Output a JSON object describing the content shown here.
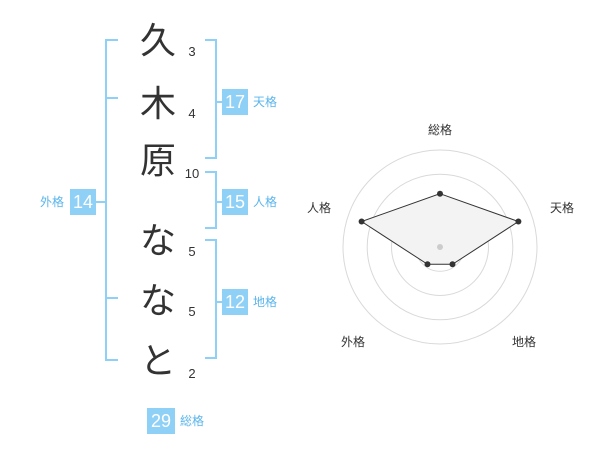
{
  "name": {
    "characters": [
      {
        "char": "久",
        "strokes": "3"
      },
      {
        "char": "木",
        "strokes": "4"
      },
      {
        "char": "原",
        "strokes": "10"
      },
      {
        "char": "な",
        "strokes": "5"
      },
      {
        "char": "な",
        "strokes": "5"
      },
      {
        "char": "と",
        "strokes": "2"
      }
    ]
  },
  "kakusu": {
    "tenkaku": {
      "value": "17",
      "label": "天格"
    },
    "jinkaku": {
      "value": "15",
      "label": "人格"
    },
    "chikaku": {
      "value": "12",
      "label": "地格"
    },
    "gaikaku": {
      "value": "14",
      "label": "外格"
    },
    "soukaku": {
      "value": "29",
      "label": "総格"
    }
  },
  "colors": {
    "badge": "#8fd0f7",
    "bracket": "#8fd0f7",
    "label": "#5ab5ec",
    "text": "#333333"
  },
  "chart_data": {
    "type": "radar",
    "axes": [
      "総格",
      "天格",
      "地格",
      "外格",
      "人格"
    ],
    "values": [
      0.55,
      0.85,
      0.22,
      0.22,
      0.85
    ],
    "rings": 4,
    "grid": true
  }
}
